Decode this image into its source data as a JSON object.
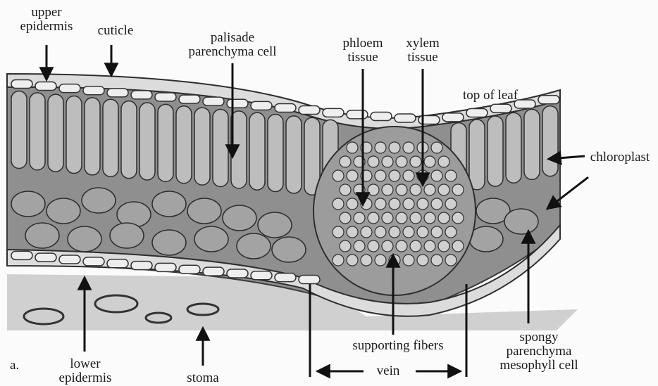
{
  "labels": {
    "upper_epidermis": [
      "upper",
      "epidermis"
    ],
    "cuticle": "cuticle",
    "palisade": [
      "palisade",
      "parenchyma cell"
    ],
    "phloem": [
      "phloem",
      "tissue"
    ],
    "xylem": [
      "xylem",
      "tissue"
    ],
    "top_of_leaf": "top of leaf",
    "chloroplast": "chloroplast",
    "lower_epidermis": [
      "lower",
      "epidermis"
    ],
    "stoma": "stoma",
    "supporting_fibers": "supporting fibers",
    "vein": "vein",
    "spongy": [
      "spongy",
      "parenchyma",
      "mesophyll cell"
    ],
    "panel": "a."
  },
  "colors": {
    "tissue": "#6a6a6a",
    "palisade_fill": "#b9b9b9",
    "spongy_fill": "#9a9a9a",
    "epidermis_fill": "#dcdcdc",
    "arrow": "#111111",
    "background": "#fbfbfb"
  }
}
